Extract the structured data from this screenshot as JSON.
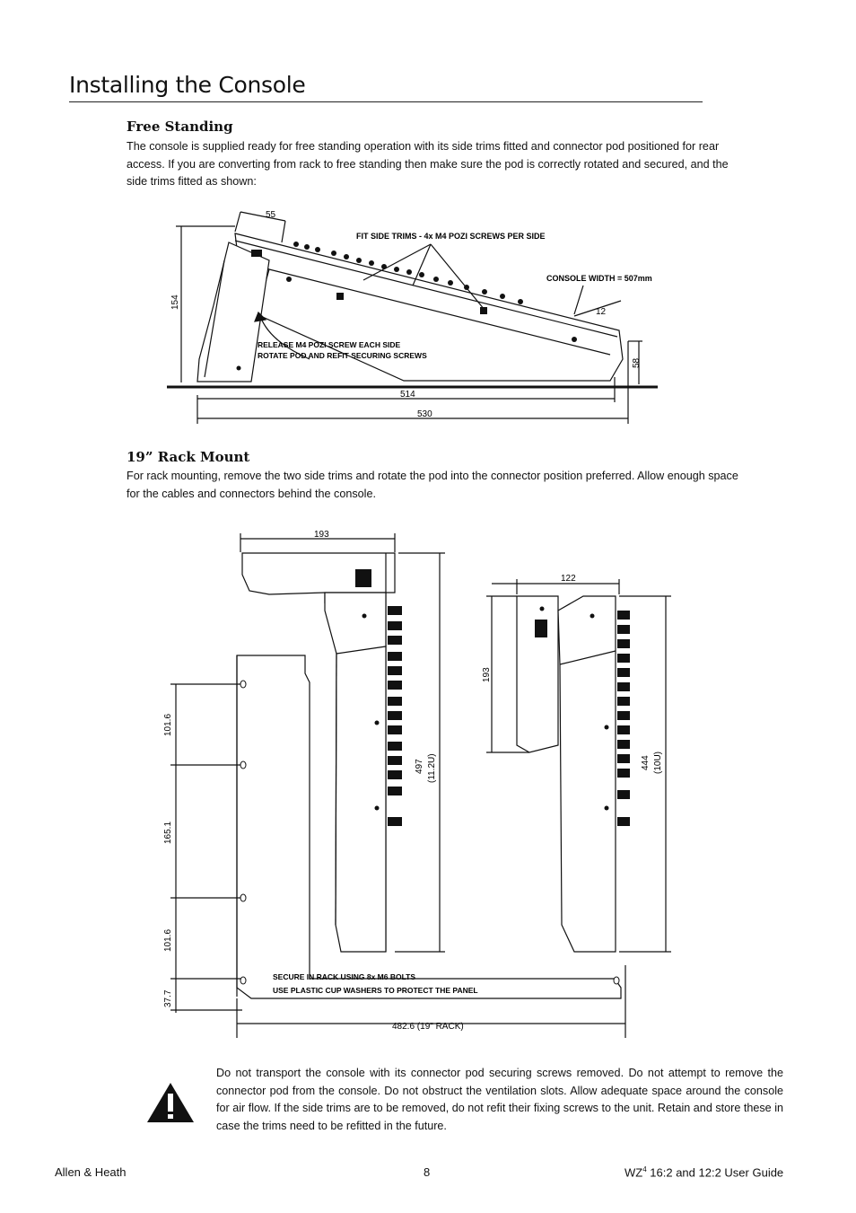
{
  "page": {
    "title": "Installing the Console"
  },
  "free_standing": {
    "heading": "Free Standing",
    "body": "The console is supplied ready for free standing operation with its side trims fitted and connector pod positioned for rear access.  If you are converting from rack to free standing then make sure the pod is correctly rotated and secured, and the side trims fitted as shown:",
    "diagram": {
      "dim_top": "55",
      "dim_height": "154",
      "dim_right": "12",
      "dim_rear": "58",
      "dim_base": "514",
      "dim_overall": "530",
      "label_trims": "FIT SIDE TRIMS - 4x M4 POZI SCREWS PER SIDE",
      "label_width": "CONSOLE WIDTH = 507mm",
      "label_release_1": "RELEASE M4 POZI SCREW EACH SIDE",
      "label_release_2": "ROTATE POD AND REFIT SECURING SCREWS"
    }
  },
  "rack_mount": {
    "heading": "19” Rack Mount",
    "body": " For rack mounting, remove the two side trims and rotate the pod into the connector position preferred.  Allow enough space for the cables and connectors behind the console.",
    "diagram": {
      "dim_depth_1": "193",
      "dim_depth_2": "122",
      "dim_height_2": "193",
      "dim_497": "497",
      "dim_497_u": "(11.2U)",
      "dim_444": "444",
      "dim_444_u": "(10U)",
      "dim_a": "101.6",
      "dim_b": "165.1",
      "dim_c": "101.6",
      "dim_d": "37.7",
      "dim_rack": "482.6 (19\" RACK)",
      "label_bolts": "SECURE IN RACK USING 8x M6 BOLTS",
      "label_washers": "USE PLASTIC CUP WASHERS TO PROTECT THE PANEL"
    }
  },
  "warning": {
    "icon": "warning-triangle-icon",
    "text": "Do not transport the console with its connector pod securing screws removed.  Do not attempt to remove the connector pod from the console.  Do not obstruct the ventilation slots.  Allow adequate space around the console for air flow.  If the side trims are to be removed, do not refit their fixing screws to the unit.  Retain and store these in case the trims need to be refitted in the future."
  },
  "footer": {
    "left": "Allen & Heath",
    "page_number": "8",
    "right_prefix": "WZ",
    "right_sup": "4",
    "right_suffix": " 16:2 and 12:2 User Guide"
  }
}
